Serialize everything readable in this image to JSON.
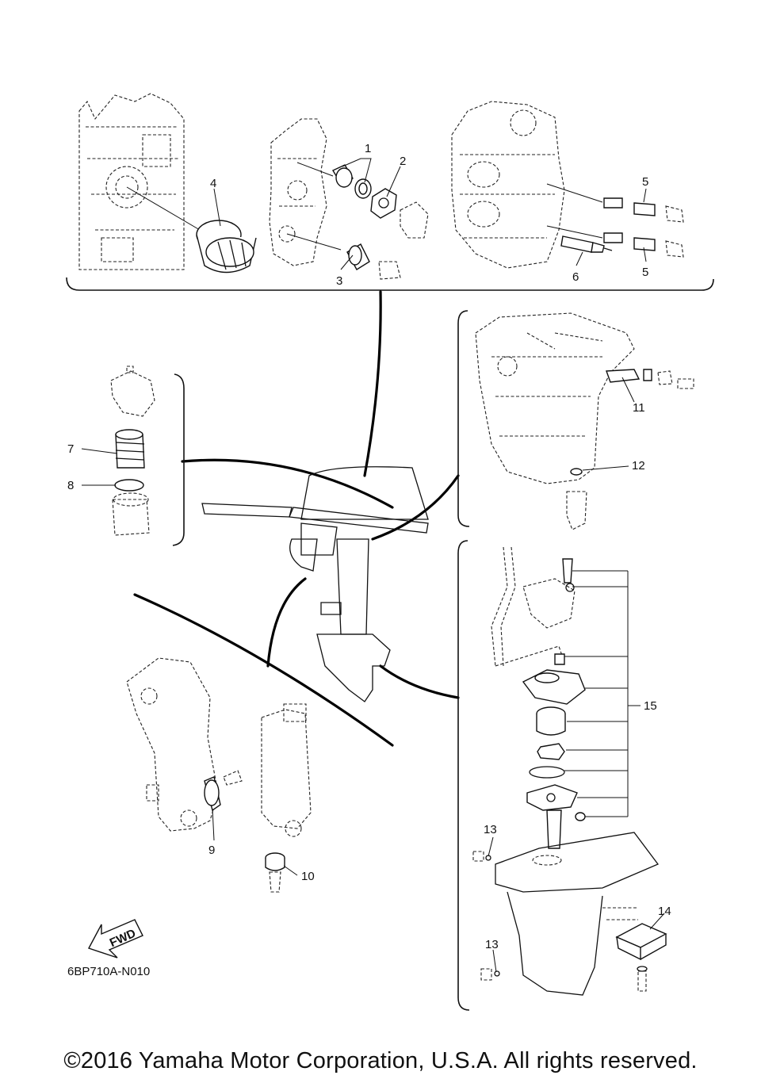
{
  "diagram": {
    "parts": [
      {
        "number": "1"
      },
      {
        "number": "2"
      },
      {
        "number": "3"
      },
      {
        "number": "4"
      },
      {
        "number": "5"
      },
      {
        "number": "5"
      },
      {
        "number": "6"
      },
      {
        "number": "7"
      },
      {
        "number": "8"
      },
      {
        "number": "9"
      },
      {
        "number": "10"
      },
      {
        "number": "11"
      },
      {
        "number": "12"
      },
      {
        "number": "13"
      },
      {
        "number": "13"
      },
      {
        "number": "14"
      },
      {
        "number": "15"
      }
    ],
    "fwd_label": "FWD",
    "diagram_code": "6BP710A-N010"
  },
  "footer": {
    "copyright": "©2016 Yamaha Motor Corporation, U.S.A. All rights reserved."
  }
}
